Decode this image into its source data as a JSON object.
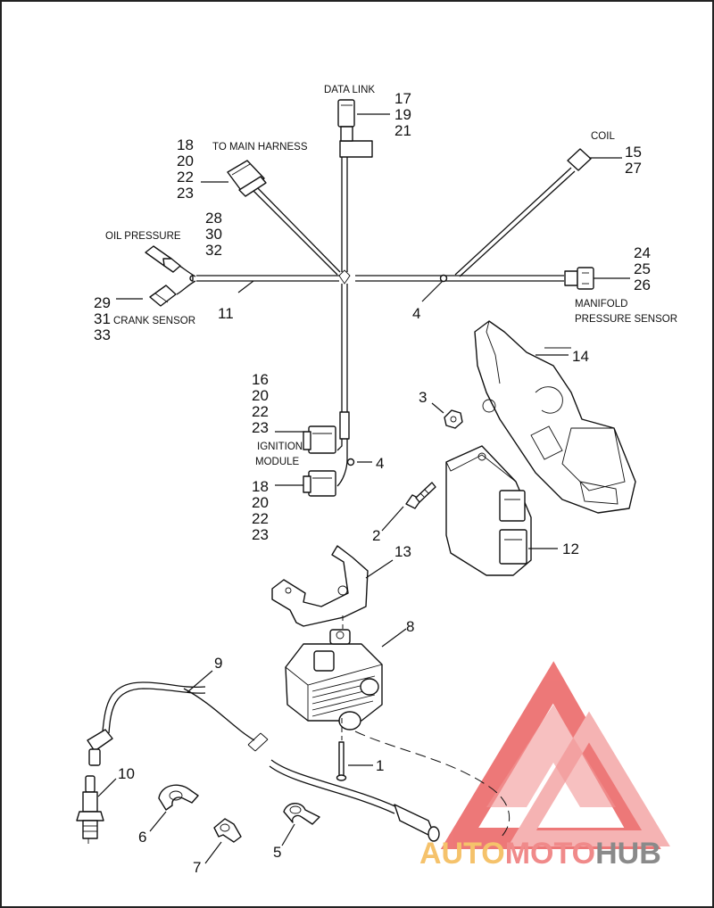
{
  "labels": {
    "data_link": "DATA LINK",
    "to_main_harness": "TO MAIN HARNESS",
    "coil": "COIL",
    "oil_pressure": "OIL PRESSURE",
    "crank_sensor": "CRANK SENSOR",
    "manifold": "MANIFOLD",
    "pressure_sensor": "PRESSURE SENSOR",
    "ignition": "IGNITION",
    "module": "MODULE"
  },
  "callouts": {
    "data_link": [
      "17",
      "19",
      "21"
    ],
    "main_harness": [
      "18",
      "20",
      "22",
      "23"
    ],
    "coil": [
      "15",
      "27"
    ],
    "oil_pressure": [
      "28",
      "30",
      "32"
    ],
    "crank_sensor": [
      "29",
      "31",
      "33"
    ],
    "manifold": [
      "24",
      "25",
      "26"
    ],
    "ignition_upper": [
      "16",
      "20",
      "22",
      "23"
    ],
    "ignition_lower": [
      "18",
      "20",
      "22",
      "23"
    ],
    "n11": "11",
    "n4a": "4",
    "n4b": "4",
    "n14": "14",
    "n3": "3",
    "n2": "2",
    "n12": "12",
    "n13": "13",
    "n8": "8",
    "n9": "9",
    "n10": "10",
    "n1": "1",
    "n6": "6",
    "n5": "5",
    "n7": "7"
  },
  "watermark": {
    "part1": "AUTO",
    "part2": "MOTO",
    "part3": "HUB",
    "colors": {
      "auto": "#f5c26b",
      "moto": "#f08a8a",
      "hub": "#8a8a8a",
      "logo": "#e84c4c"
    }
  }
}
